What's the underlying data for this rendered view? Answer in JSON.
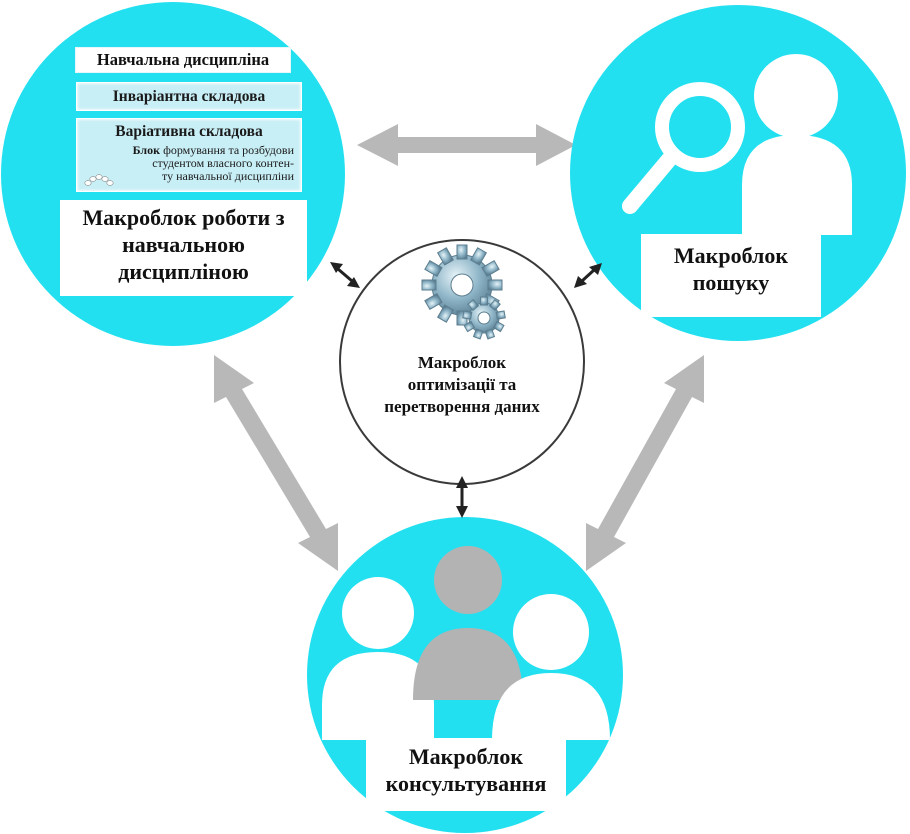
{
  "work_macroblock": {
    "discipline_title": "Навчальна дисципліна",
    "invariant_label": "Інваріантна складова",
    "variative_label": "Варіативна складова",
    "block_word": "Блок",
    "block_line1": " формування та розбудови",
    "block_line2": "студентом власного контен-",
    "block_line3": "ту навчальної дисципліни",
    "label_line1": "Макроблок роботи з",
    "label_line2": "навчальною",
    "label_line3": "дисципліною"
  },
  "search_macroblock": {
    "label_line1": "Макроблок",
    "label_line2": "пошуку",
    "icon": "magnifier-person-icon"
  },
  "optimization_macroblock": {
    "label_line1": "Макроблок",
    "label_line2": "оптимізації та",
    "label_line3": "перетворення даних",
    "icon": "gears-icon"
  },
  "consult_macroblock": {
    "label_line1": "Макроблок",
    "label_line2": "консультування",
    "icon": "people-group-icon"
  },
  "colors": {
    "cyan": "#22e0f0",
    "grey_arrow": "#b8b8b8",
    "person_grey": "#b3b3b3",
    "dark_arrow": "#222222"
  }
}
